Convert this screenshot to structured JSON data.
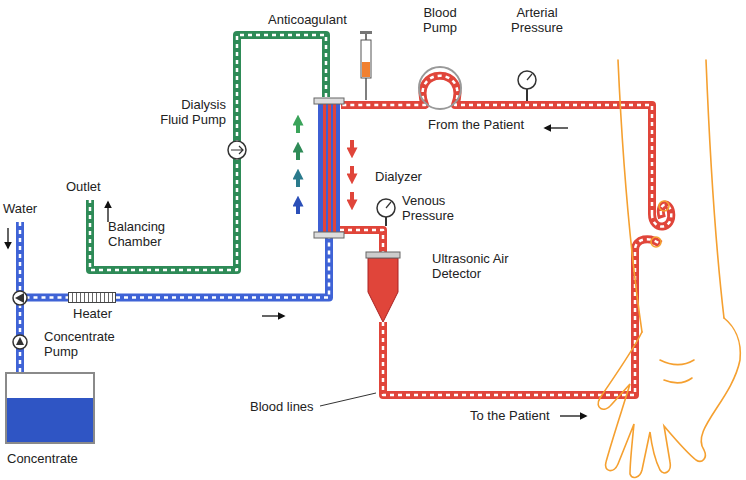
{
  "diagram": {
    "nodes": [
      {
        "text": [
          "Concentrate"
        ]
      },
      {
        "text": [
          "Heater"
        ]
      },
      {
        "text": [
          "Dialyzer"
        ]
      },
      {
        "text": [
          "Ultrasonic Air Detector"
        ]
      }
    ],
    "edges": [
      {
        "from": 0,
        "to": 1,
        "arrow": "none"
      },
      {
        "from": 1,
        "to": 2,
        "arrow": "none"
      },
      {
        "from": 2,
        "to": 3,
        "arrow": "none"
      }
    ],
    "labels": [
      "Anticoagulant",
      "Blood Pump",
      "Arterial Pressure",
      "Dialysis Fluid Pump",
      "From the Patient",
      "Venous Pressure",
      "Outlet",
      "Water",
      "Balancing Chamber",
      "Concentrate Pump",
      "Blood lines",
      "To the Patient"
    ]
  }
}
